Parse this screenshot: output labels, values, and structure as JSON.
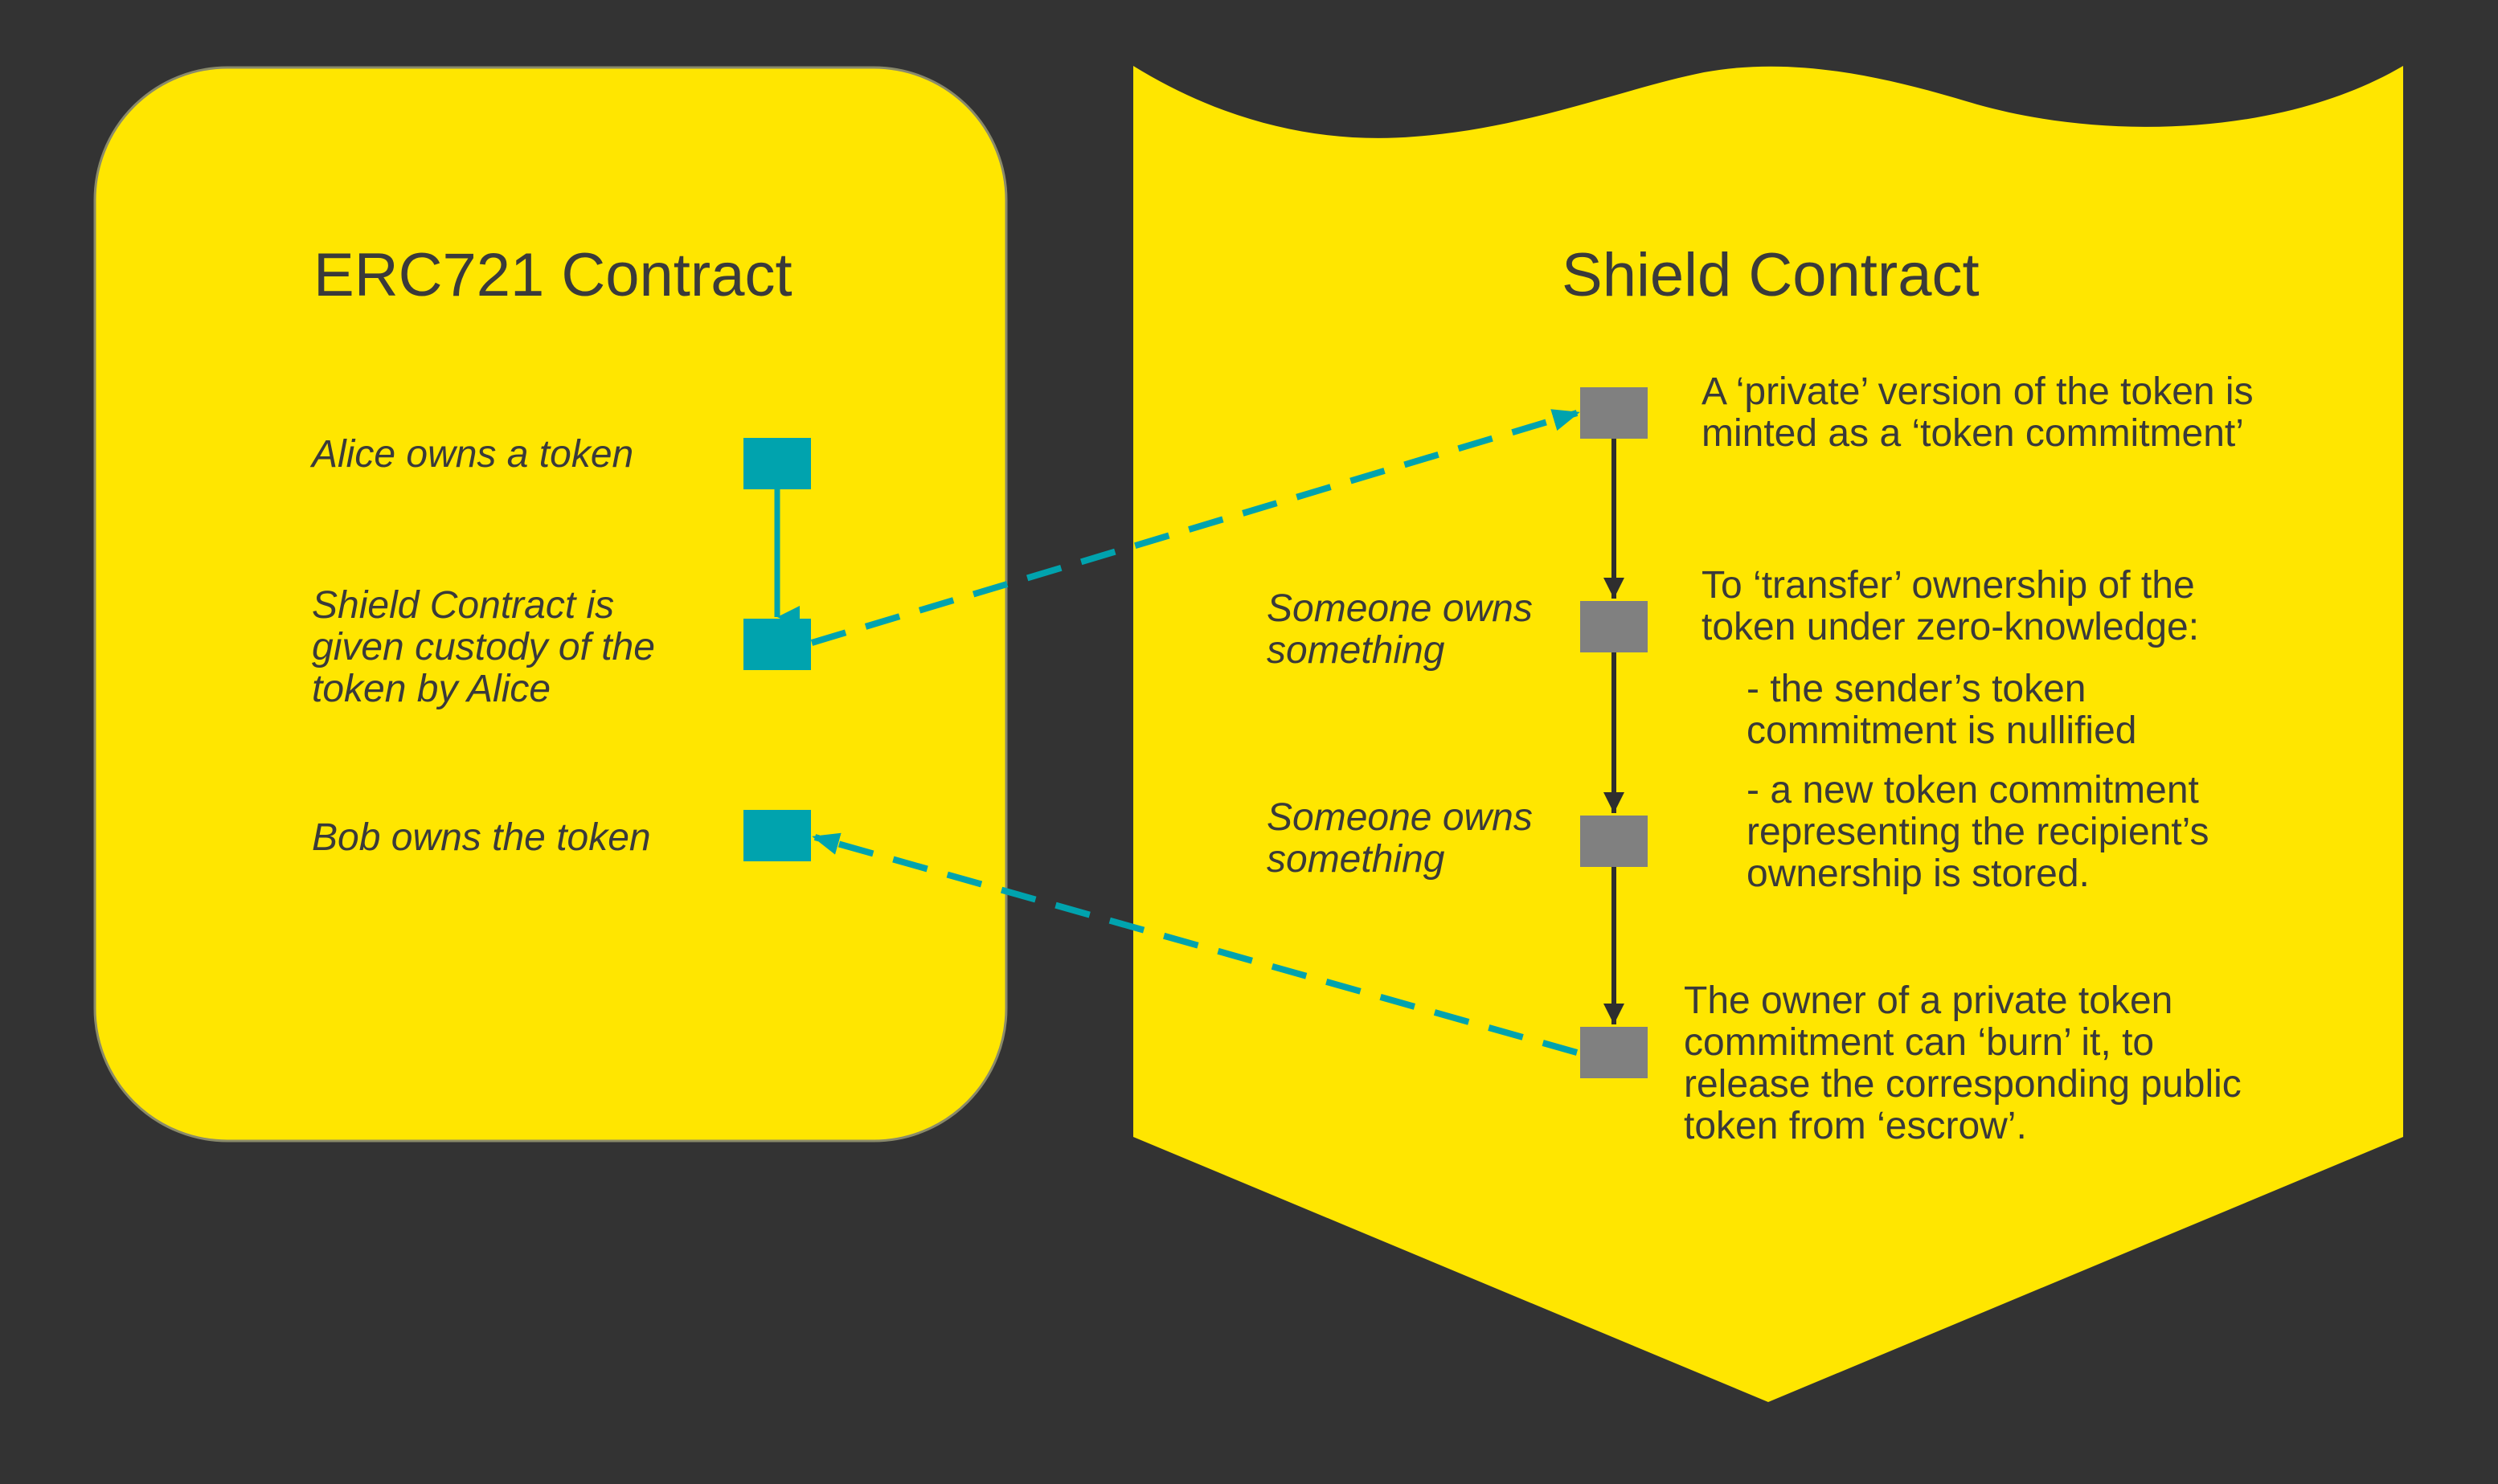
{
  "colors": {
    "background": "#333333",
    "panel": "#FFE600",
    "teal": "#00A3AE",
    "grey_box": "#808080",
    "dark_arrow": "#2E2E2E",
    "text": "#3A3A3A"
  },
  "erc721": {
    "title": "ERC721 Contract",
    "steps": [
      {
        "label_lines": [
          "Alice owns a token"
        ]
      },
      {
        "label_lines": [
          "Shield Contract is",
          "given custody of the",
          "token by Alice"
        ]
      },
      {
        "label_lines": [
          "Bob owns the token"
        ]
      }
    ]
  },
  "shield": {
    "title": "Shield Contract",
    "side_labels": [
      [
        "Someone owns",
        "something"
      ],
      [
        "Someone owns",
        "something"
      ]
    ],
    "notes": {
      "mint": [
        "A ‘private’ version of the token is",
        "minted as a ‘token commitment’"
      ],
      "transfer": [
        "To ‘transfer’ ownership of the",
        "token under zero-knowledge:"
      ],
      "bullet1": [
        "- the sender’s token",
        "commitment is nullified"
      ],
      "bullet2": [
        "- a new token commitment",
        "representing the recipient’s",
        "ownership is stored."
      ],
      "burn": [
        "The owner of a private token",
        "commitment  can ‘burn’ it, to",
        "release the corresponding public",
        "token from ‘escrow’."
      ]
    }
  }
}
